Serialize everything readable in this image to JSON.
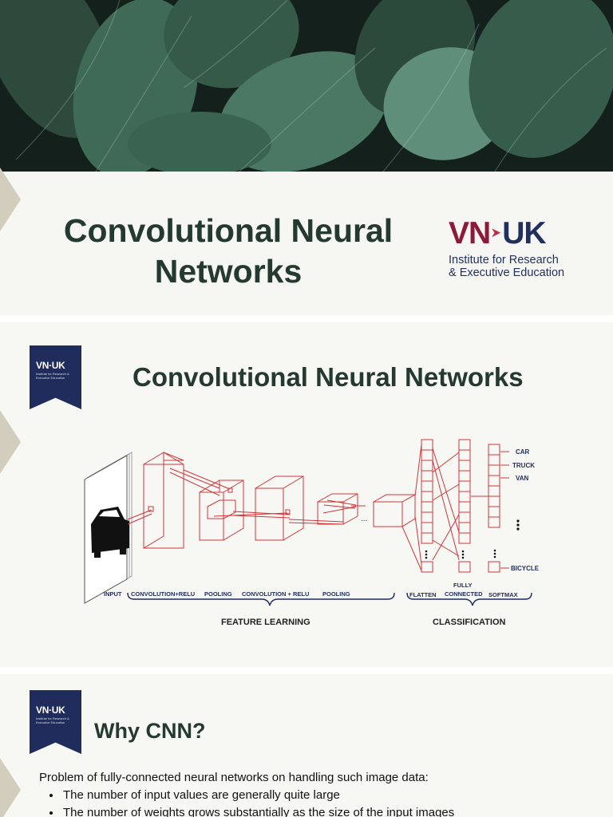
{
  "slide1": {
    "title": "Convolutional Neural Networks",
    "logo": {
      "word_left": "VN",
      "word_right": "UK",
      "sub_line1": "Institute for Research",
      "sub_line2": "& Executive Education"
    }
  },
  "slide2": {
    "badge": {
      "word": "VN·UK",
      "sub": "Institute for Research & Executive Education"
    },
    "title": "Convolutional Neural Networks",
    "diagram": {
      "layer_labels": [
        "INPUT",
        "CONVOLUTION+RELU",
        "POOLING",
        "CONVOLUTION + RELU",
        "POOLING",
        "FLATTEN",
        "FULLY",
        "CONNECTED",
        "SOFTMAX"
      ],
      "group_labels": [
        "FEATURE LEARNING",
        "CLASSIFICATION"
      ],
      "output_classes": [
        "CAR",
        "TRUCK",
        "VAN",
        "BICYCLE"
      ],
      "ellipsis": "..."
    }
  },
  "slide3": {
    "badge": {
      "word": "VN·UK",
      "sub": "Institute for Research & Executive Education"
    },
    "title": "Why CNN?",
    "intro": "Problem of fully-connected neural networks on handling such image data:",
    "bullets": [
      "The number of input values are generally quite large",
      "The number of weights grows substantially as the size of the input images"
    ]
  },
  "colors": {
    "title": "#243a31",
    "navy": "#1f2c5c",
    "maroon": "#8c1b3a",
    "diagram_red": "#d0353b"
  }
}
